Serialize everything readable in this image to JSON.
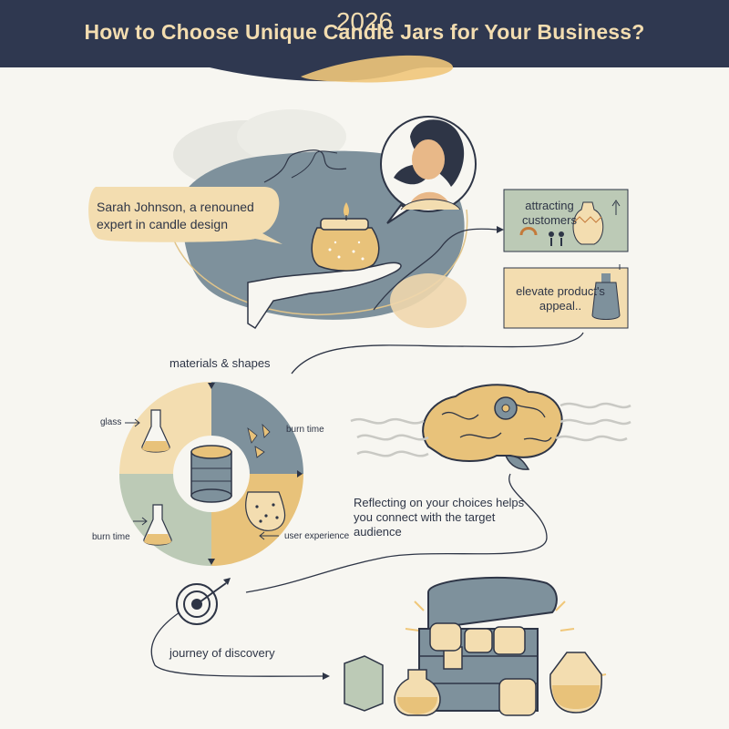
{
  "header": {
    "title": "How to Choose Unique Candle Jars for Your Business?",
    "year": "2026"
  },
  "expert": {
    "bubble_text": "Sarah Johnson, a renouned expert in candle design"
  },
  "cards": [
    {
      "text": "attracting customers"
    },
    {
      "text": "elevate product's appeal.."
    }
  ],
  "wheel": {
    "title": "materials & shapes",
    "labels": {
      "glass": "glass",
      "burn_top": "burn time",
      "burn_bottom": "burn time",
      "user_experience": "user experience"
    }
  },
  "reflection": {
    "text": "Reflecting on your choices helps you connect with the target audience"
  },
  "journey": {
    "label": "journey of discovery"
  },
  "colors": {
    "navy": "#2f3850",
    "sand": "#f3ddb0",
    "slate": "#7e919c",
    "gold": "#e8c27a",
    "sage": "#bccab6",
    "cream": "#f7f6f1"
  }
}
